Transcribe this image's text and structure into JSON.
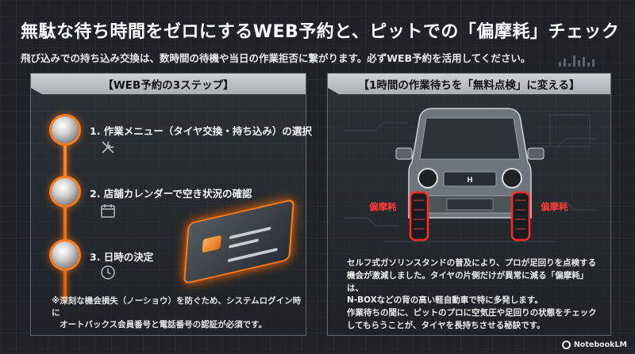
{
  "header": {
    "title": "無駄な待ち時間をゼロにするWEB予約と、ピットでの「偏摩耗」チェック",
    "subtitle": "飛び込みでの持ち込み交換は、数時間の待機や当日の作業拒否に繋がります。必ずWEB予約を活用してください。"
  },
  "left_panel": {
    "heading": "【WEB予約の3ステップ】",
    "steps": [
      {
        "label": "1. 作業メニュー（タイヤ交換・持ち込み）の選択",
        "icon": "tools-icon"
      },
      {
        "label": "2. 店舗カレンダーで空き状況の確認",
        "icon": "calendar-icon"
      },
      {
        "label": "3. 日時の決定",
        "icon": "clock-icon"
      }
    ],
    "note_line1": "※深刻な機会損失（ノーショウ）を防ぐため、システムログイン時に",
    "note_line2": "オートバックス会員番号と電話番号の認証が必須です。"
  },
  "right_panel": {
    "heading": "【1時間の作業待ちを「無料点検」に変える】",
    "wear_left": "偏摩耗",
    "wear_right": "偏摩耗",
    "body_lines": [
      "セルフ式ガソリンスタンドの普及により、プロが足回りを点検する",
      "機会が激減しました。タイヤの片側だけが異常に減る「偏摩耗」は、",
      "N-BOXなどの背の高い軽自動車で特に多発します。",
      "作業待ちの間に、ピットのプロに空気圧や足回りの状態をチェック",
      "してもらうことが、タイヤを長持ちさせる秘訣です。"
    ]
  },
  "brand": {
    "name": "NotebookLM"
  },
  "colors": {
    "accent": "#ff7a1a",
    "wear_red": "#ff3b3b",
    "background": "#1f2327"
  }
}
